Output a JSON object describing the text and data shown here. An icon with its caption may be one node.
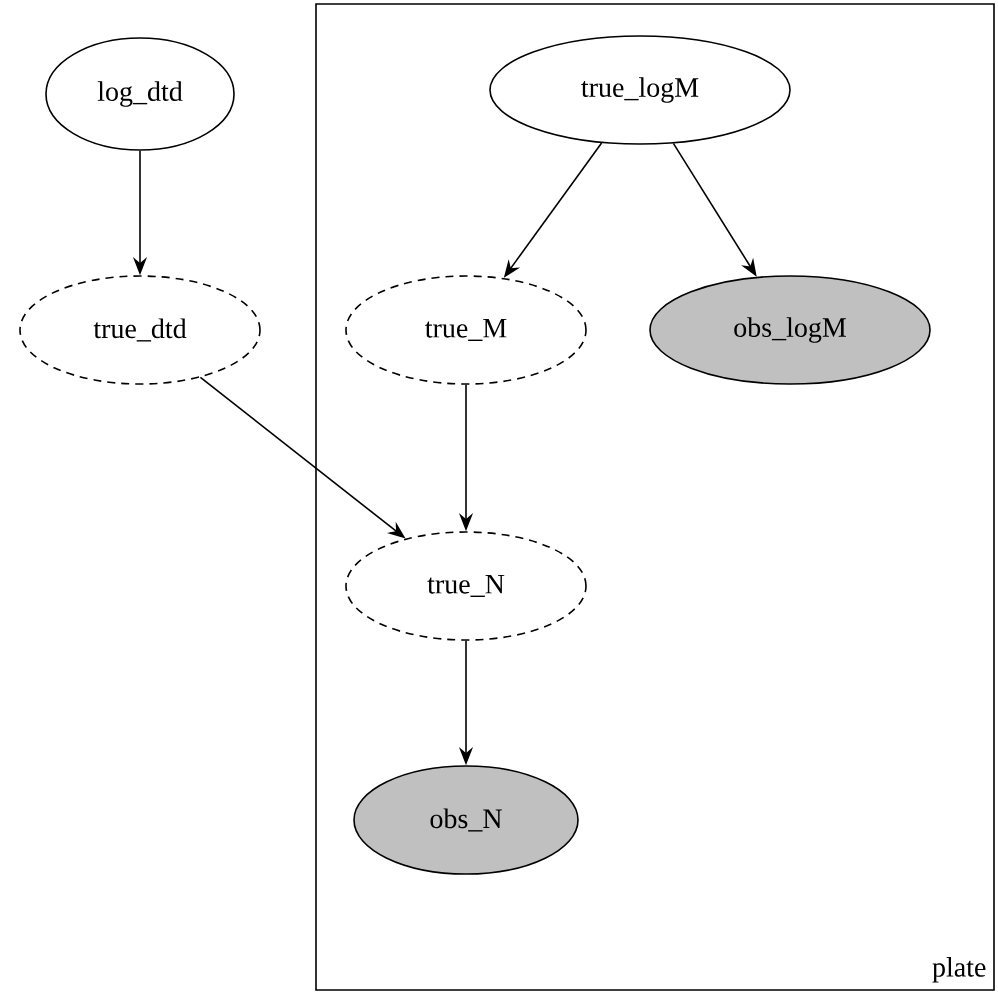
{
  "diagram": {
    "nodes": [
      {
        "text": [
          "log_dtd"
        ]
      },
      {
        "text": [
          "plate"
        ]
      },
      {
        "text": [
          "true_logM"
        ],
        "in": 1
      },
      {
        "text": [
          "true_dtd"
        ]
      },
      {
        "text": [
          "true_M"
        ],
        "in": 1
      },
      {
        "text": [
          "obs_logM"
        ],
        "in": 1
      },
      {
        "text": [
          "true_N"
        ],
        "in": 1
      },
      {
        "text": [
          "obs_N"
        ],
        "in": 1
      }
    ],
    "edges": [
      {
        "from": 0,
        "to": 3,
        "arrow": "to"
      },
      {
        "from": 2,
        "to": 4,
        "arrow": "to"
      },
      {
        "from": 2,
        "to": 5,
        "arrow": "to"
      },
      {
        "from": 3,
        "to": 6,
        "arrow": "to"
      },
      {
        "from": 4,
        "to": 6,
        "arrow": "to"
      },
      {
        "from": 6,
        "to": 7,
        "arrow": "to"
      }
    ]
  }
}
